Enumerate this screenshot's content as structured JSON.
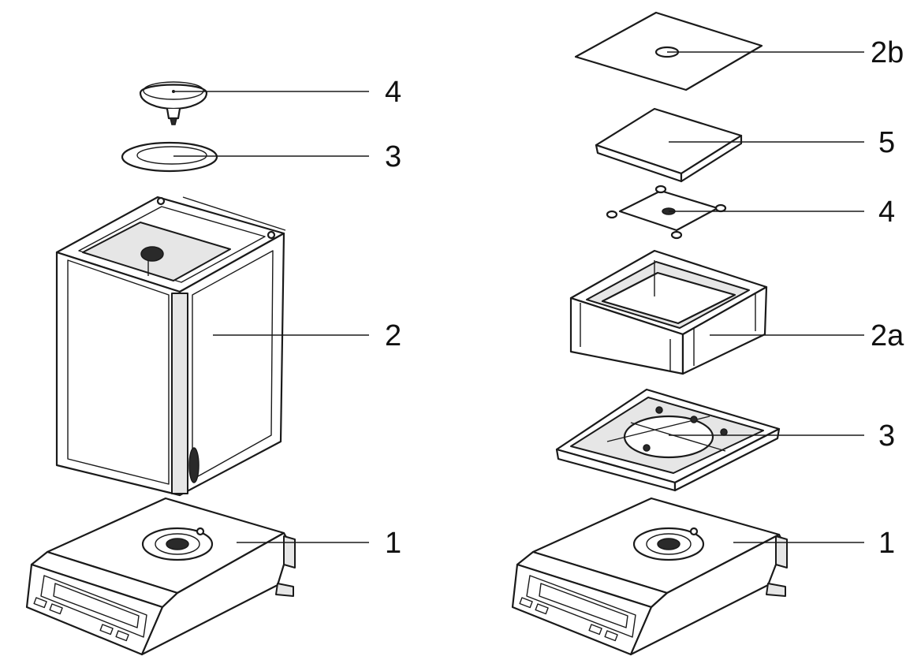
{
  "left_assembly": {
    "labels": [
      "4",
      "3",
      "2",
      "1"
    ]
  },
  "right_assembly": {
    "labels": [
      "2b",
      "5",
      "4",
      "2a",
      "3",
      "1"
    ]
  }
}
